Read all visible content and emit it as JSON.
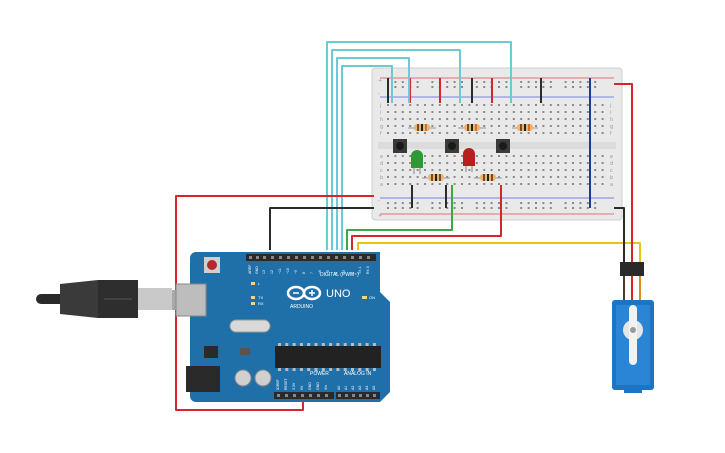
{
  "board": {
    "model": "UNO",
    "brand": "ARDUINO",
    "digital_label": "DIGITAL (PWM~)",
    "analog_label": "ANALOG IN",
    "power_label": "POWER",
    "on_label": "ON",
    "tx_label": "TX",
    "rx_label": "RX",
    "l_label": "L",
    "aref_label": "AREF",
    "gnd_label": "GND",
    "digital_pins": [
      "13",
      "12",
      "~11",
      "~10",
      "~9",
      "8",
      "7",
      "~6",
      "~5",
      "4",
      "~3",
      "2",
      "TX 1",
      "RX 0"
    ],
    "power_pins": [
      "IOREF",
      "RESET",
      "3.3V",
      "5V",
      "GND",
      "GND",
      "Vin"
    ],
    "analog_pins": [
      "A0",
      "A1",
      "A2",
      "A3",
      "A4",
      "A5"
    ]
  },
  "breadboard": {
    "row_letters_top": [
      "j",
      "i",
      "h",
      "g",
      "f"
    ],
    "row_letters_bottom": [
      "e",
      "d",
      "c",
      "b",
      "a"
    ],
    "rail_plus": "+",
    "rail_minus": "-"
  },
  "colors": {
    "board_blue": "#1f6fa8",
    "wire_red": "#d6252b",
    "wire_black": "#2b2b2b",
    "wire_cyan": "#6ccad6",
    "wire_green": "#3aa845",
    "wire_yellow": "#e8c31b",
    "servo_blue": "#1d74c4",
    "led_green": "#2f9a35",
    "led_red": "#b81e1e"
  }
}
